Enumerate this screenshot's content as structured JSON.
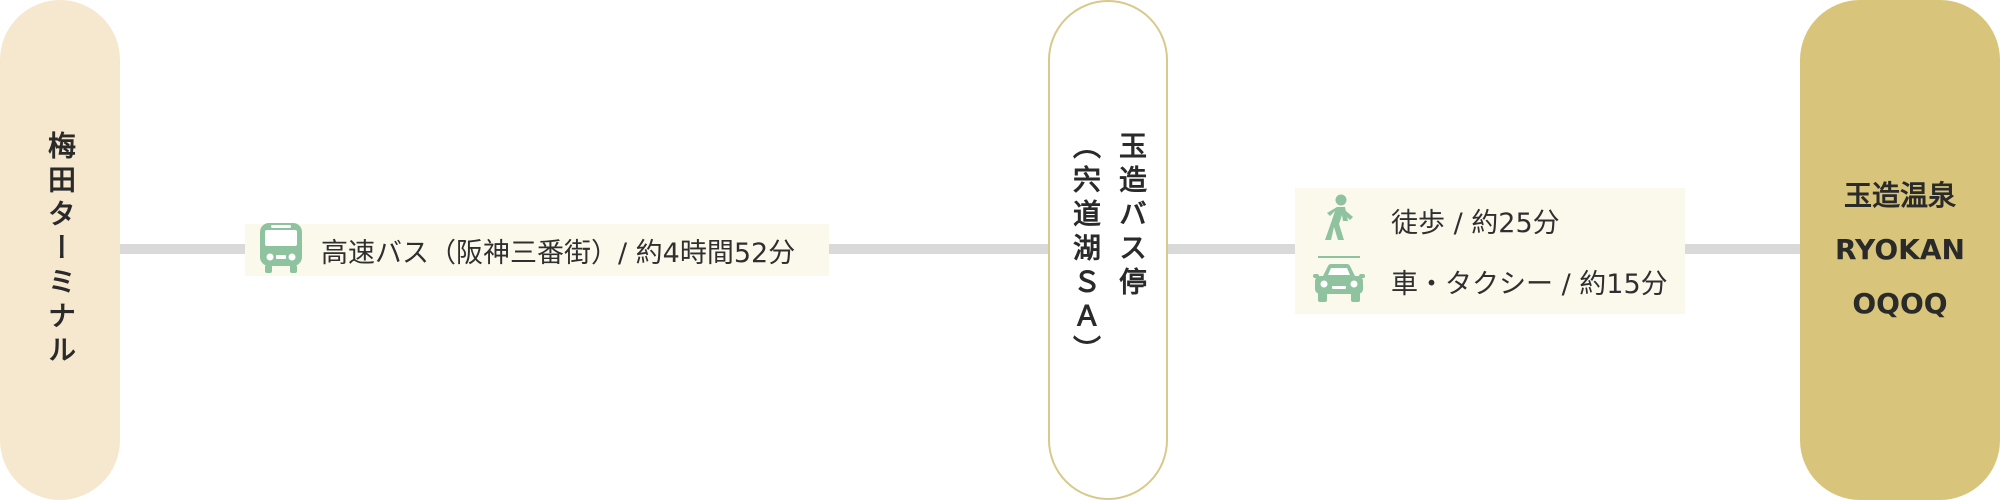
{
  "nodes": {
    "start": {
      "label": "梅田ターミナル"
    },
    "middle": {
      "label_main": "玉造バス停",
      "label_sub": "（宍道湖ＳＡ）"
    },
    "end": {
      "line1": "玉造温泉",
      "line2": "RYOKAN",
      "line3": "OQOQ"
    }
  },
  "routes": {
    "bus": {
      "icon": "bus-icon",
      "label": "高速バス（阪神三番街）/ 約4時間52分"
    },
    "walk": {
      "icon": "walking-person-icon",
      "label": "徒歩 / 約25分"
    },
    "car": {
      "icon": "car-icon",
      "label": "車・タクシー / 約15分"
    }
  },
  "colors": {
    "start_bg": "#f6e8cf",
    "middle_border": "#d8c98c",
    "end_bg": "#d8c57b",
    "route_box_bg": "#fbf8ec",
    "icon_green": "#8fc29f",
    "track": "#d9d9d9"
  }
}
